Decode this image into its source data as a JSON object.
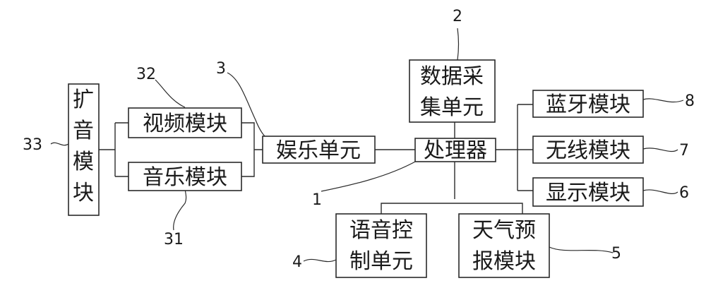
{
  "diagram": {
    "blocks": {
      "speaker": [
        "扩",
        "音",
        "模",
        "块"
      ],
      "video": "视频模块",
      "music": "音乐模块",
      "entertainment": "娱乐单元",
      "data_acq": [
        "数据采",
        "集单元"
      ],
      "processor": "处理器",
      "bluetooth": "蓝牙模块",
      "wireless": "无线模块",
      "display": "显示模块",
      "voice": [
        "语音控",
        "制单元"
      ],
      "weather": [
        "天气预",
        "报模块"
      ]
    },
    "refs": {
      "processor": "1",
      "data_acq": "2",
      "entertainment": "3",
      "voice": "4",
      "weather": "5",
      "display": "6",
      "wireless": "7",
      "bluetooth": "8",
      "music": "31",
      "video": "32",
      "speaker": "33"
    }
  }
}
